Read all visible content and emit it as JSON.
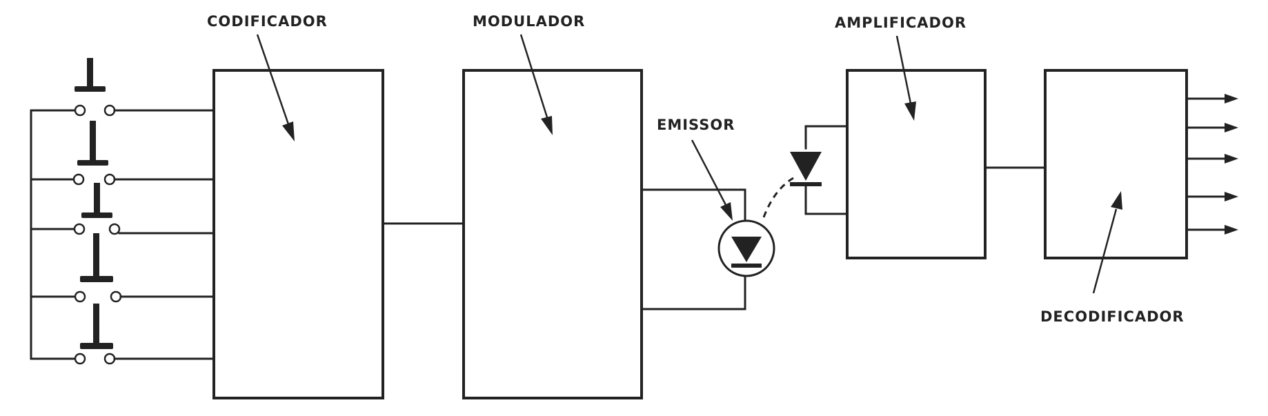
{
  "diagram": {
    "labels": {
      "codificador": "CODIFICADOR",
      "modulador": "MODULADOR",
      "emissor": "EMISSOR",
      "amplificador": "AMPLIFICADOR",
      "decodificador": "DECODIFICADOR"
    },
    "push_buttons": 5,
    "output_arrows": 5,
    "line_color": "#222222",
    "background": "#ffffff"
  }
}
